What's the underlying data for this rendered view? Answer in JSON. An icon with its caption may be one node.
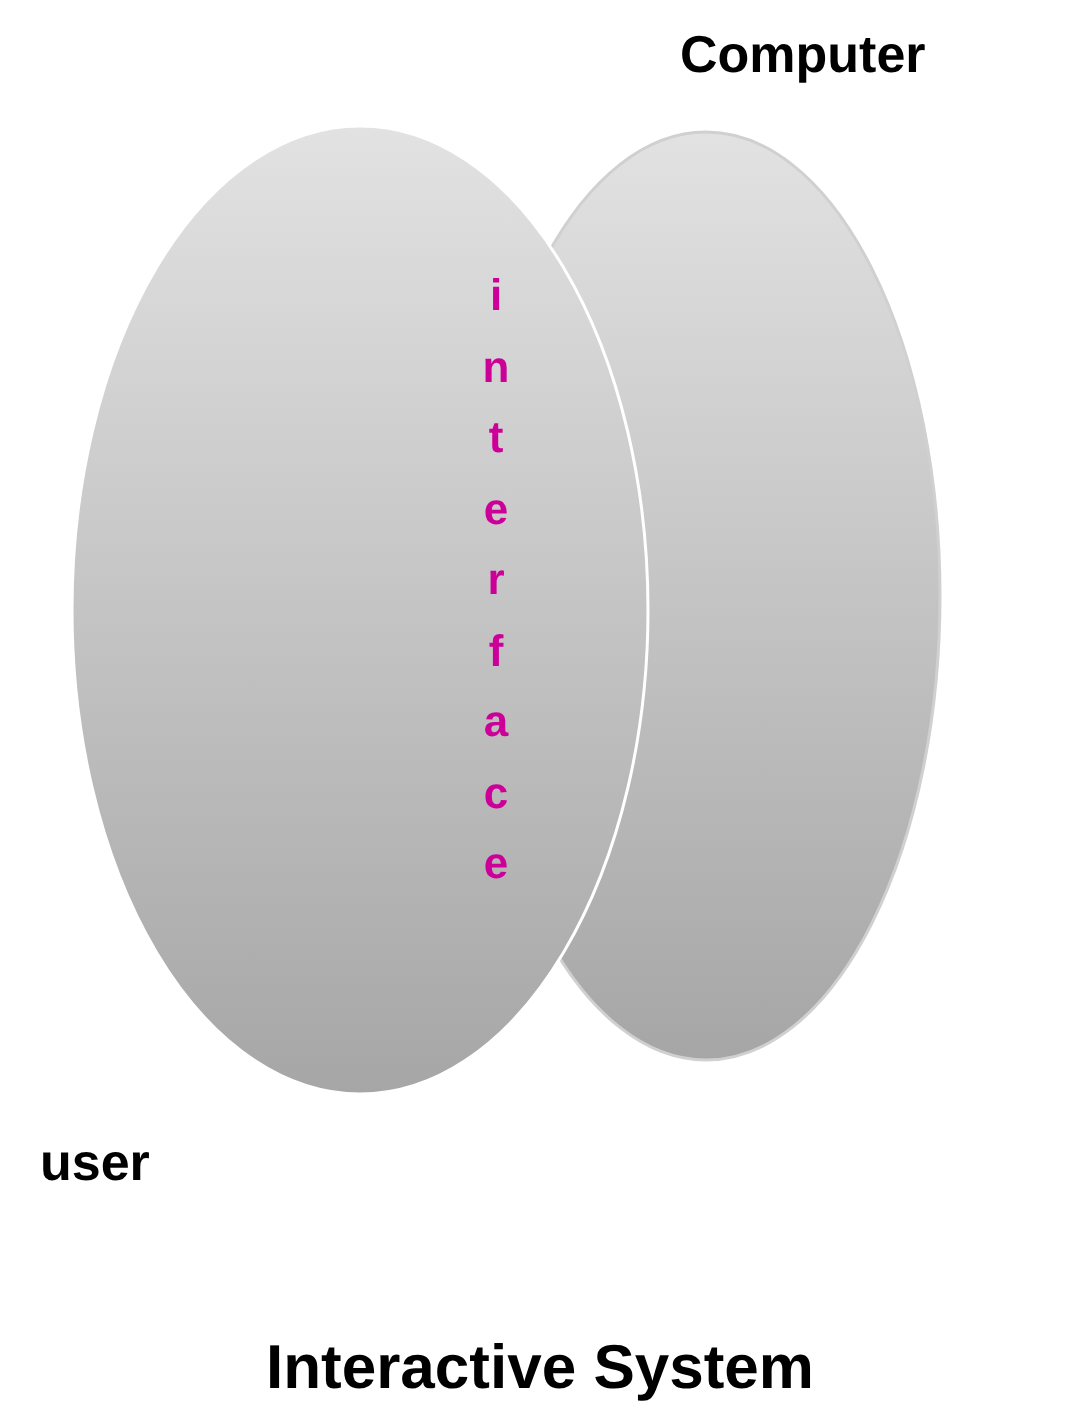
{
  "diagram": {
    "caption": "Interactive System",
    "nodes": [
      {
        "text": [
          "Computer"
        ]
      },
      {
        "text": [
          "user"
        ]
      }
    ],
    "labels": [
      "interface"
    ]
  }
}
